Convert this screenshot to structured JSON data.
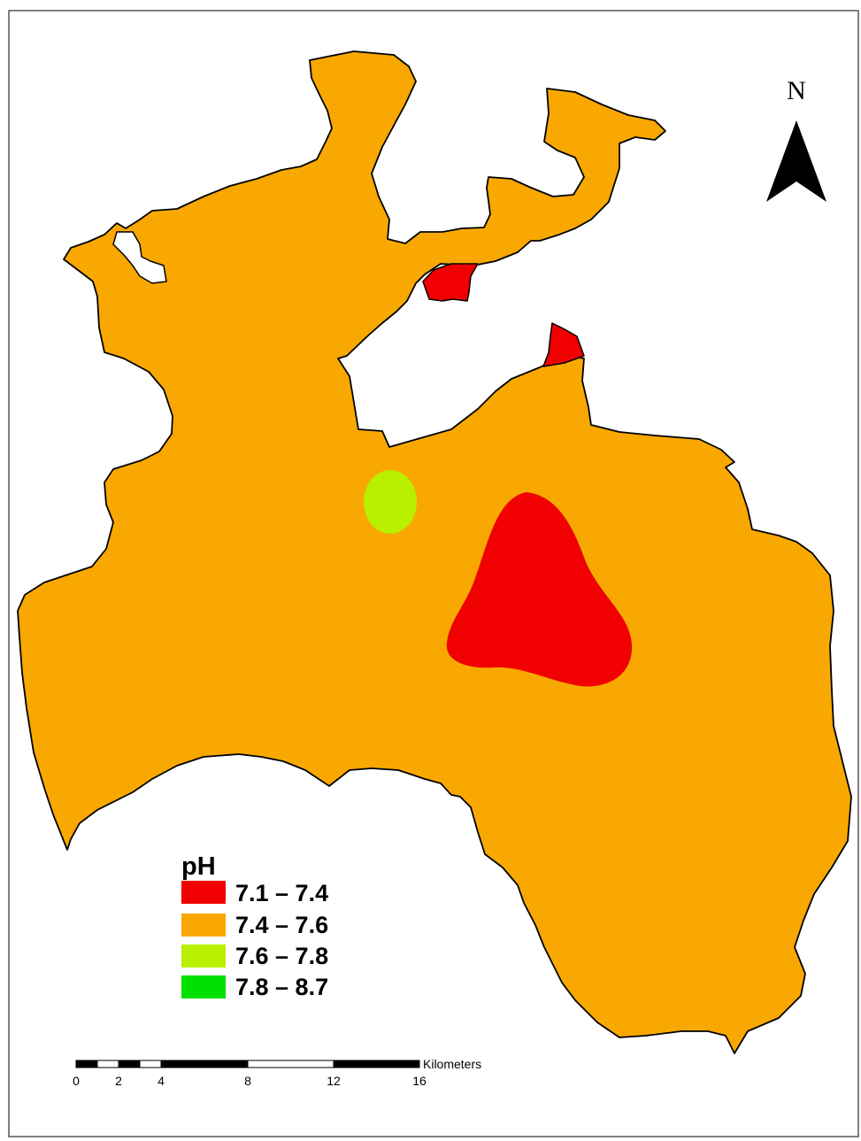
{
  "legend": {
    "title": "pH",
    "classes": [
      {
        "label": "7.1 – 7.4",
        "color": "#f00000"
      },
      {
        "label": "7.4 – 7.6",
        "color": "#f8a800"
      },
      {
        "label": "7.6 – 7.8",
        "color": "#b8f000"
      },
      {
        "label": "7.8 – 8.7",
        "color": "#00e000"
      }
    ]
  },
  "north_arrow": {
    "letter": "N"
  },
  "scale_bar": {
    "unit": "Kilometers",
    "ticks": [
      "0",
      "2",
      "4",
      "8",
      "12",
      "16"
    ]
  },
  "colors": {
    "outline": "#000000",
    "frame": "#555555"
  }
}
